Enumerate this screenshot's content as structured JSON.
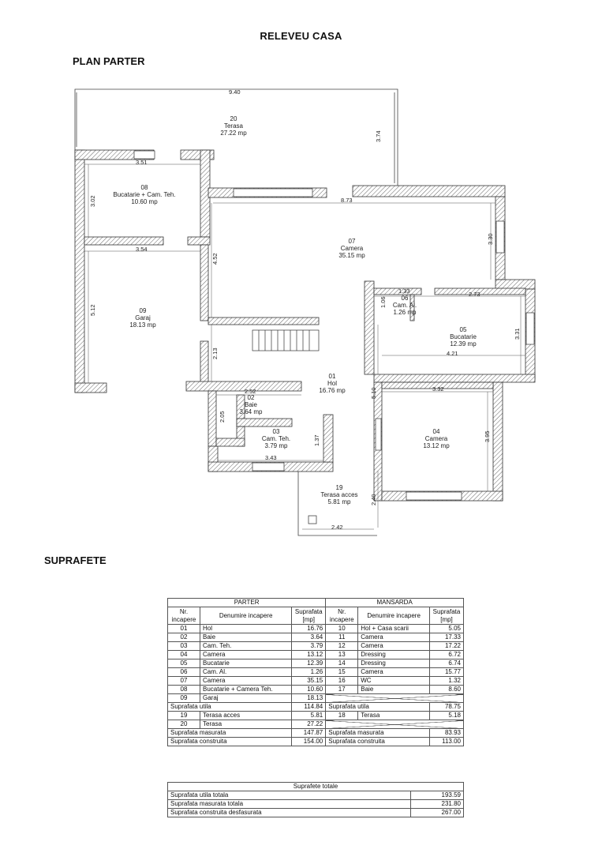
{
  "page_title": "RELEVEU CASA",
  "plan_heading": "PLAN PARTER",
  "table_heading": "SUPRAFETE",
  "rooms": [
    {
      "num": "20",
      "name": "Terasa",
      "area": "27.22 mp"
    },
    {
      "num": "08",
      "name": "Bucatarie + Cam. Teh.",
      "area": "10.60 mp"
    },
    {
      "num": "07",
      "name": "Camera",
      "area": "35.15 mp"
    },
    {
      "num": "09",
      "name": "Garaj",
      "area": "18.13 mp"
    },
    {
      "num": "06",
      "name": "Cam. Al.",
      "area": "1.26 mp"
    },
    {
      "num": "05",
      "name": "Bucatarie",
      "area": "12.39 mp"
    },
    {
      "num": "01",
      "name": "Hol",
      "area": "16.76 mp"
    },
    {
      "num": "02",
      "name": "Baie",
      "area": "3.64 mp"
    },
    {
      "num": "03",
      "name": "Cam. Teh.",
      "area": "3.79 mp"
    },
    {
      "num": "04",
      "name": "Camera",
      "area": "13.12 mp"
    },
    {
      "num": "19",
      "name": "Terasa acces",
      "area": "5.81 mp"
    }
  ],
  "dims": [
    "9.40",
    "3.74",
    "3.51",
    "3.02",
    "8.73",
    "3.30",
    "3.54",
    "4.52",
    "5.12",
    "1.33",
    "1.06",
    "2.73",
    "3.31",
    "2.13",
    "4.21",
    "3.32",
    "2.52",
    "2.05",
    "1.37",
    "3.43",
    "5.10",
    "3.95",
    "2.40",
    "2.42"
  ],
  "table": {
    "parter_header": "PARTER",
    "mansarda_header": "MANSARDA",
    "col_nr": "Nr. incapere",
    "col_name": "Denumire incapere",
    "col_area": "Suprafata [mp]",
    "parter_rows": [
      {
        "nr": "01",
        "name": "Hol",
        "area": "16.76"
      },
      {
        "nr": "02",
        "name": "Baie",
        "area": "3.64"
      },
      {
        "nr": "03",
        "name": "Cam. Teh.",
        "area": "3.79"
      },
      {
        "nr": "04",
        "name": "Camera",
        "area": "13.12"
      },
      {
        "nr": "05",
        "name": "Bucatarie",
        "area": "12.39"
      },
      {
        "nr": "06",
        "name": "Cam. Al.",
        "area": "1.26"
      },
      {
        "nr": "07",
        "name": "Camera",
        "area": "35.15"
      },
      {
        "nr": "08",
        "name": "Bucatarie + Camera Teh.",
        "area": "10.60"
      },
      {
        "nr": "09",
        "name": "Garaj",
        "area": "18.13"
      }
    ],
    "mansarda_rows": [
      {
        "nr": "10",
        "name": "Hol + Casa scarii",
        "area": "5.05"
      },
      {
        "nr": "11",
        "name": "Camera",
        "area": "17.33"
      },
      {
        "nr": "12",
        "name": "Camera",
        "area": "17.22"
      },
      {
        "nr": "13",
        "name": "Dressing",
        "area": "6.72"
      },
      {
        "nr": "14",
        "name": "Dressing",
        "area": "6.74"
      },
      {
        "nr": "15",
        "name": "Camera",
        "area": "15.77"
      },
      {
        "nr": "16",
        "name": "WC",
        "area": "1.32"
      },
      {
        "nr": "17",
        "name": "Baie",
        "area": "8.60"
      }
    ],
    "util_label": "Suprafata utila",
    "parter_util": "114.84",
    "mansarda_util": "78.75",
    "parter_extra": [
      {
        "nr": "19",
        "name": "Terasa acces",
        "area": "5.81"
      },
      {
        "nr": "20",
        "name": "Terasa",
        "area": "27.22"
      }
    ],
    "mansarda_extra": [
      {
        "nr": "18",
        "name": "Terasa",
        "area": "5.18"
      }
    ],
    "masurata_label": "Suprafata masurata",
    "parter_masurata": "147.87",
    "mansarda_masurata": "83.93",
    "construita_label": "Suprafata construita",
    "parter_construita": "154.00",
    "mansarda_construita": "113.00"
  },
  "totals": {
    "header": "Suprafete totale",
    "rows": [
      {
        "label": "Suprafata utila totala",
        "value": "193.59"
      },
      {
        "label": "Suprafata masurata totala",
        "value": "231.80"
      },
      {
        "label": "Suprafata construita desfasurata",
        "value": "267.00"
      }
    ]
  }
}
